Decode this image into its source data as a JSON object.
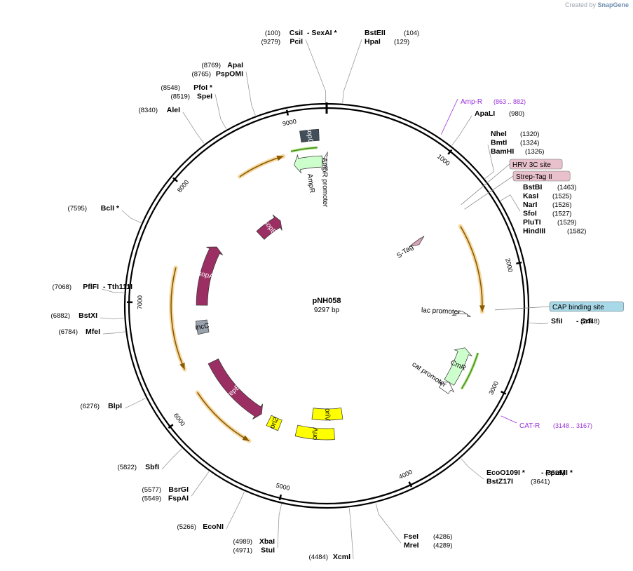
{
  "credit": {
    "created_by": "Created by",
    "brand": "SnapGene"
  },
  "plasmid": {
    "name": "pNH058",
    "size_label": "9297 bp",
    "length": 9297
  },
  "ticks": [
    {
      "bp": 1000,
      "label": "1000"
    },
    {
      "bp": 2000,
      "label": "2000"
    },
    {
      "bp": 3000,
      "label": "3000"
    },
    {
      "bp": 4000,
      "label": "4000"
    },
    {
      "bp": 5000,
      "label": "5000"
    },
    {
      "bp": 6000,
      "label": "6000"
    },
    {
      "bp": 7000,
      "label": "7000"
    },
    {
      "bp": 8000,
      "label": "8000"
    },
    {
      "bp": 9000,
      "label": "9000"
    }
  ],
  "features": [
    {
      "name": "AmpR",
      "start": 8960,
      "end": 9250,
      "strand": -1,
      "track": 1,
      "color": "#ccffcc",
      "text": "AmpR",
      "label_outside": true
    },
    {
      "name": "AmpR promoter",
      "start": 9250,
      "end": 9297,
      "strand": -1,
      "track": 1,
      "color": "#ffffff",
      "text": "AmpR promoter",
      "label_outside": true
    },
    {
      "name": "S-Tag",
      "start": 1400,
      "end": 1460,
      "strand": 1,
      "track": 1,
      "color": "#d6a3b8",
      "text": "S-Tag",
      "label_outside": true
    },
    {
      "name": "lac promoter",
      "start": 2380,
      "end": 2410,
      "strand": -1,
      "track": 1,
      "color": "#ffffff",
      "text": "lac promoter",
      "label_outside": true
    },
    {
      "name": "CmR",
      "start": 2760,
      "end": 3150,
      "strand": -1,
      "track": 1,
      "color": "#ccffcc",
      "text": "CmR",
      "label_outside": false
    },
    {
      "name": "cat promoter",
      "start": 3150,
      "end": 3250,
      "strand": -1,
      "track": 1,
      "color": "#ffffff",
      "text": "cat promoter",
      "label_outside": true
    },
    {
      "name": "sopC",
      "start": 9070,
      "end": 9230,
      "strand": 0,
      "track": 1,
      "color": "#424e5a",
      "text": "sopC",
      "label_outside": false
    },
    {
      "name": "sopB",
      "start": 8180,
      "end": 8560,
      "strand": 1,
      "track": 2,
      "color": "#9b2f63",
      "text": "sopB",
      "label_outside": false
    },
    {
      "name": "sopA",
      "start": 6980,
      "end": 7700,
      "strand": 1,
      "track": 1,
      "color": "#9b2f63",
      "text": "sopA",
      "label_outside": false
    },
    {
      "name": "incC",
      "start": 6650,
      "end": 6800,
      "strand": 0,
      "track": 1,
      "color": "#9aa3ad",
      "text": "incC",
      "label_outside": false
    },
    {
      "name": "repE",
      "start": 5450,
      "end": 6300,
      "strand": -1,
      "track": 1,
      "color": "#9b2f63",
      "text": "repE",
      "label_outside": false
    },
    {
      "name": "ori2",
      "start": 5200,
      "end": 5340,
      "strand": 0,
      "track": 1,
      "color": "#ffff00",
      "text": "ori2",
      "label_outside": false
    },
    {
      "name": "oriV",
      "start": 4560,
      "end": 5000,
      "strand": 0,
      "track": 1,
      "color": "#ffff00",
      "text": "oriV",
      "label_outside": false
    },
    {
      "name": "oriV",
      "start": 4440,
      "end": 4840,
      "strand": 0,
      "track": 2,
      "color": "#ffff00",
      "text": "oriV",
      "label_outside": false
    }
  ],
  "primer_bars": [
    {
      "name": "Amp-R primer arc",
      "start": 8960,
      "end": 9210,
      "strand": 1,
      "color": "#4a8f1e"
    },
    {
      "name": "CAT-R primer arc",
      "start": 2770,
      "end": 3140,
      "strand": 1,
      "color": "#4a8f1e"
    }
  ],
  "orange_arcs": [
    {
      "name": "orange-arc-1",
      "start": 1530,
      "end": 2380,
      "strand": 1
    },
    {
      "name": "orange-arc-2",
      "start": 8420,
      "end": 8880,
      "strand": 1
    },
    {
      "name": "orange-arc-3",
      "start": 6350,
      "end": 7340,
      "strand": -1
    },
    {
      "name": "orange-arc-4",
      "start": 5420,
      "end": 6100,
      "strand": -1
    }
  ],
  "boxed_labels": [
    {
      "text": "HRV 3C site",
      "bg": "#e8c1cc",
      "bp": 1370
    },
    {
      "text": "Strep-Tag II",
      "bg": "#e8c1cc",
      "bp": 1420
    },
    {
      "text": "CAP binding site",
      "bg": "#a8d9e8",
      "bp": 2360
    }
  ],
  "primers": [
    {
      "name": "Amp-R",
      "range": "(863 .. 882)",
      "bp": 872,
      "color": "#9b30d9"
    },
    {
      "name": "CAT-R",
      "range": "(3148 .. 3167)",
      "bp": 3157,
      "color": "#9b30d9"
    }
  ],
  "sites": [
    {
      "group": [
        {
          "pos": "(100)",
          "name": "CsiI",
          "suffix": "- SexAI *"
        },
        {
          "pos": "(9279)",
          "name": "PciI",
          "suffix": ""
        }
      ],
      "bp": 9290
    },
    {
      "group": [
        {
          "pos": "(104)",
          "name": "BstEII",
          "suffix": ""
        },
        {
          "pos": "(129)",
          "name": "HpaI",
          "suffix": ""
        }
      ],
      "bp": 116
    },
    {
      "group": [
        {
          "pos": "(980)",
          "name": "ApaLI",
          "suffix": ""
        }
      ],
      "bp": 980
    },
    {
      "group": [
        {
          "pos": "(1320)",
          "name": "NheI",
          "suffix": ""
        },
        {
          "pos": "(1324)",
          "name": "BmtI",
          "suffix": ""
        },
        {
          "pos": "(1326)",
          "name": "BamHI",
          "suffix": ""
        }
      ],
      "bp": 1323
    },
    {
      "group": [
        {
          "pos": "(1463)",
          "name": "BstBI",
          "suffix": ""
        },
        {
          "pos": "(1525)",
          "name": "KasI",
          "suffix": ""
        },
        {
          "pos": "(1526)",
          "name": "NarI",
          "suffix": ""
        },
        {
          "pos": "(1527)",
          "name": "SfoI",
          "suffix": ""
        },
        {
          "pos": "(1529)",
          "name": "PluTI",
          "suffix": ""
        },
        {
          "pos": "(1582)",
          "name": "HindIII",
          "suffix": ""
        }
      ],
      "bp": 1520
    },
    {
      "group": [
        {
          "pos": "(2448)",
          "name": "SfiI",
          "suffix": "- SrfI"
        }
      ],
      "bp": 2448
    },
    {
      "group": [
        {
          "pos": "(3525)",
          "name": "EcoO109I *",
          "suffix": "- PpuMI *"
        },
        {
          "pos": "(3641)",
          "name": "BstZ17I",
          "suffix": ""
        }
      ],
      "bp": 3580
    },
    {
      "group": [
        {
          "pos": "(4286)",
          "name": "FseI",
          "suffix": ""
        },
        {
          "pos": "(4289)",
          "name": "MreI",
          "suffix": ""
        }
      ],
      "bp": 4287
    },
    {
      "group": [
        {
          "pos": "(4484)",
          "name": "XcmI",
          "suffix": ""
        }
      ],
      "bp": 4484
    },
    {
      "group": [
        {
          "pos": "(4989)",
          "name": "XbaI",
          "suffix": ""
        },
        {
          "pos": "(4971)",
          "name": "StuI",
          "suffix": ""
        }
      ],
      "bp": 4980
    },
    {
      "group": [
        {
          "pos": "(5266)",
          "name": "EcoNI",
          "suffix": ""
        }
      ],
      "bp": 5266
    },
    {
      "group": [
        {
          "pos": "(5577)",
          "name": "BsrGI",
          "suffix": ""
        },
        {
          "pos": "(5549)",
          "name": "FspAI",
          "suffix": ""
        }
      ],
      "bp": 5563
    },
    {
      "group": [
        {
          "pos": "(5822)",
          "name": "SbfI",
          "suffix": ""
        }
      ],
      "bp": 5822
    },
    {
      "group": [
        {
          "pos": "(6276)",
          "name": "BlpI",
          "suffix": ""
        }
      ],
      "bp": 6276
    },
    {
      "group": [
        {
          "pos": "(6784)",
          "name": "MfeI",
          "suffix": ""
        }
      ],
      "bp": 6784
    },
    {
      "group": [
        {
          "pos": "(6882)",
          "name": "BstXI",
          "suffix": ""
        }
      ],
      "bp": 6882
    },
    {
      "group": [
        {
          "pos": "(7068)",
          "name": "PflFI",
          "suffix": "- Tth111I"
        }
      ],
      "bp": 7068
    },
    {
      "group": [
        {
          "pos": "(7595)",
          "name": "BclI *",
          "suffix": ""
        }
      ],
      "bp": 7595
    },
    {
      "group": [
        {
          "pos": "(8340)",
          "name": "AleI",
          "suffix": ""
        }
      ],
      "bp": 8340
    },
    {
      "group": [
        {
          "pos": "(8548)",
          "name": "PfoI *",
          "suffix": ""
        },
        {
          "pos": "(8519)",
          "name": "SpeI",
          "suffix": ""
        }
      ],
      "bp": 8533
    },
    {
      "group": [
        {
          "pos": "(8769)",
          "name": "ApaI",
          "suffix": ""
        },
        {
          "pos": "(8765)",
          "name": "PspOMI",
          "suffix": ""
        }
      ],
      "bp": 8767
    }
  ]
}
